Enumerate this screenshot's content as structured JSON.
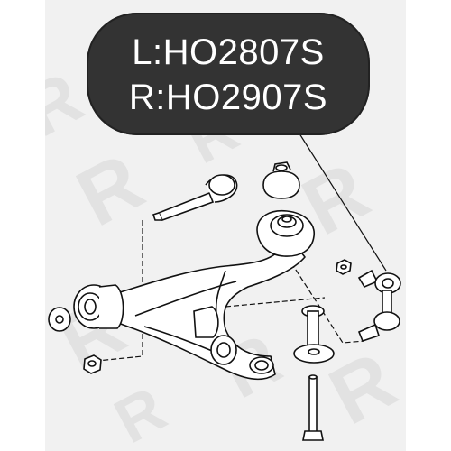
{
  "part_labels": {
    "left": "L:HO2807S",
    "right": "R:HO2907S"
  },
  "colors": {
    "label_background": "#333333",
    "label_text": "#ffffff",
    "paper": "#f1f1f1",
    "line": "#111111",
    "part_fill": "#ffffff",
    "watermark": "#e2e2e2"
  },
  "drawing": {
    "parts": [
      {
        "name": "lower-control-arm",
        "icon": "control-arm-icon"
      },
      {
        "name": "front-bushing",
        "icon": "bushing-icon"
      },
      {
        "name": "rear-bushing",
        "icon": "bushing-icon"
      },
      {
        "name": "ball-joint",
        "icon": "ball-joint-icon"
      },
      {
        "name": "stabilizer-link",
        "icon": "stabilizer-link-icon"
      },
      {
        "name": "pivot-bolt",
        "icon": "bolt-icon"
      },
      {
        "name": "mounting-bolt",
        "icon": "bolt-icon"
      },
      {
        "name": "nuts-and-washers",
        "icon": "nut-icon"
      }
    ]
  }
}
